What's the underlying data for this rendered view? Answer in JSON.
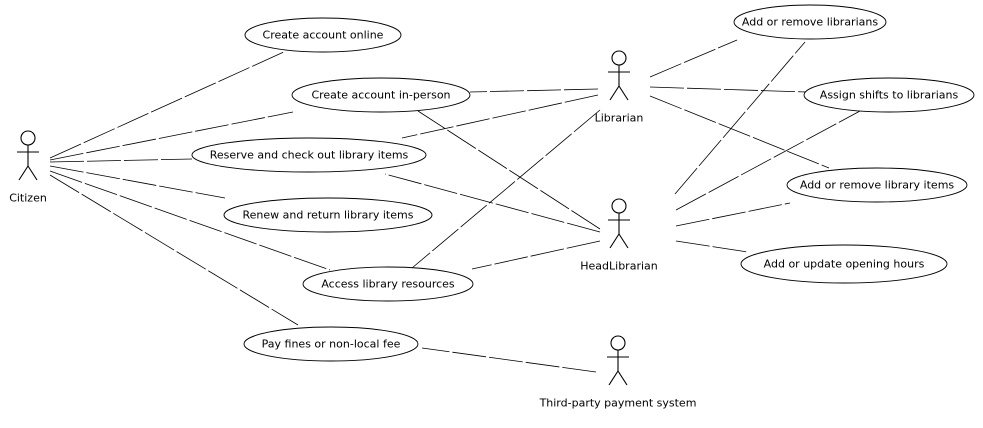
{
  "diagram": {
    "type": "uml-use-case",
    "actors": [
      {
        "id": "citizen",
        "name": "Citizen"
      },
      {
        "id": "librarian",
        "name": "Librarian"
      },
      {
        "id": "head",
        "name": "HeadLibrarian"
      },
      {
        "id": "payment",
        "name": "Third-party payment system"
      }
    ],
    "use_cases": [
      {
        "id": "create_online",
        "label": "Create account online"
      },
      {
        "id": "create_in_person",
        "label": "Create account in-person"
      },
      {
        "id": "reserve",
        "label": "Reserve and check out library items"
      },
      {
        "id": "renew",
        "label": "Renew and return library items"
      },
      {
        "id": "access",
        "label": "Access library resources"
      },
      {
        "id": "pay",
        "label": "Pay fines or non-local fee"
      },
      {
        "id": "add_librarians",
        "label": "Add or remove librarians"
      },
      {
        "id": "assign_shifts",
        "label": "Assign shifts to librarians"
      },
      {
        "id": "add_items",
        "label": "Add or remove library items"
      },
      {
        "id": "opening_hours",
        "label": "Add or update opening hours"
      }
    ],
    "associations": [
      [
        "citizen",
        "create_online"
      ],
      [
        "citizen",
        "create_in_person"
      ],
      [
        "citizen",
        "reserve"
      ],
      [
        "citizen",
        "renew"
      ],
      [
        "citizen",
        "access"
      ],
      [
        "citizen",
        "pay"
      ],
      [
        "librarian",
        "create_in_person"
      ],
      [
        "librarian",
        "reserve"
      ],
      [
        "librarian",
        "access"
      ],
      [
        "librarian",
        "add_librarians"
      ],
      [
        "librarian",
        "assign_shifts"
      ],
      [
        "librarian",
        "add_items"
      ],
      [
        "head",
        "create_in_person"
      ],
      [
        "head",
        "reserve"
      ],
      [
        "head",
        "access"
      ],
      [
        "head",
        "add_librarians"
      ],
      [
        "head",
        "assign_shifts"
      ],
      [
        "head",
        "add_items"
      ],
      [
        "head",
        "opening_hours"
      ],
      [
        "payment",
        "pay"
      ]
    ]
  }
}
